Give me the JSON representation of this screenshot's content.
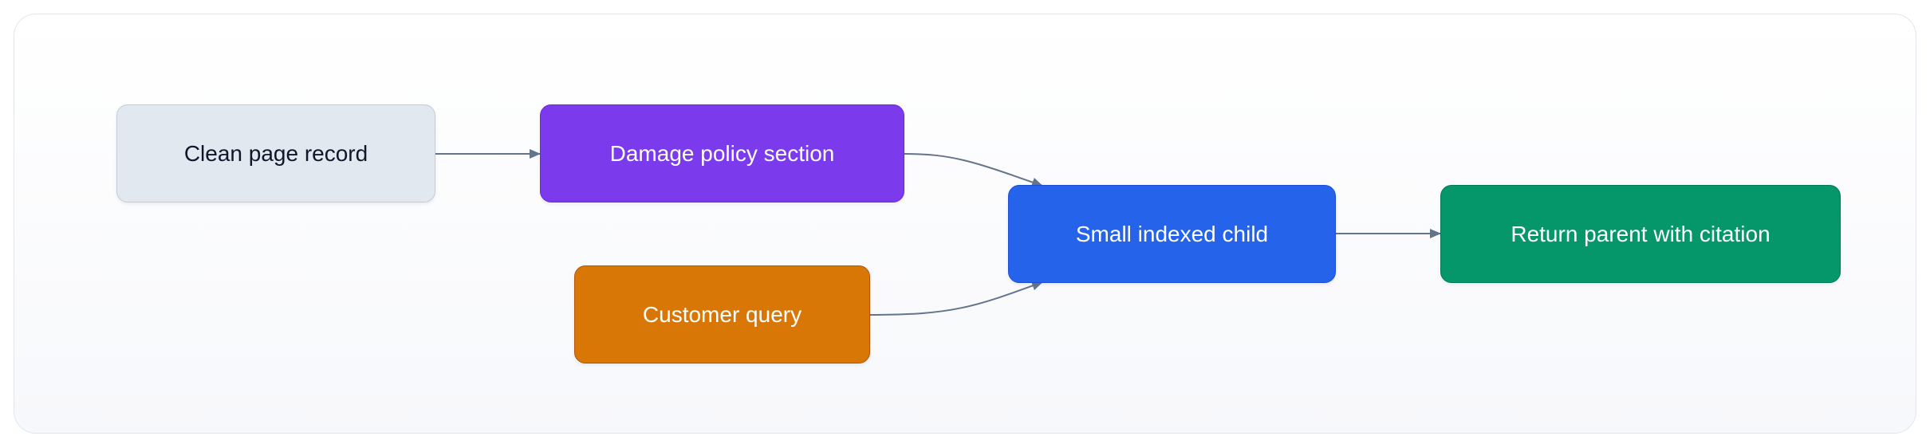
{
  "diagram": {
    "nodes": [
      {
        "id": "clean-page-record",
        "label": "Clean page record",
        "fill": "#e2e8f0",
        "border": "#c3ccd9",
        "text": "#0f172a"
      },
      {
        "id": "damage-policy-section",
        "label": "Damage policy section",
        "fill": "#7c3aed",
        "border": "#6d28d9",
        "text": "#ffffff"
      },
      {
        "id": "customer-query",
        "label": "Customer query",
        "fill": "#d97706",
        "border": "#b45309",
        "text": "#ffffff"
      },
      {
        "id": "small-indexed-child",
        "label": "Small indexed child",
        "fill": "#2563eb",
        "border": "#1d4ed8",
        "text": "#ffffff"
      },
      {
        "id": "return-parent-with-citation",
        "label": "Return parent with citation",
        "fill": "#059669",
        "border": "#047857",
        "text": "#ffffff"
      }
    ],
    "edges": [
      {
        "from": "clean-page-record",
        "to": "damage-policy-section"
      },
      {
        "from": "damage-policy-section",
        "to": "small-indexed-child"
      },
      {
        "from": "customer-query",
        "to": "small-indexed-child"
      },
      {
        "from": "small-indexed-child",
        "to": "return-parent-with-citation"
      }
    ],
    "edge_color": "#64748b"
  }
}
